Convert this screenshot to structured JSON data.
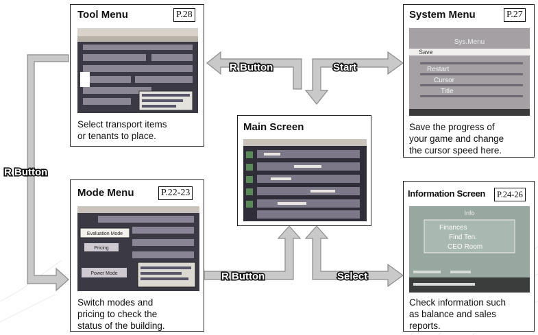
{
  "cards": {
    "tool_menu": {
      "title": "Tool Menu",
      "page_ref": "P.28",
      "desc": [
        "Select transport items",
        "or tenants to place."
      ]
    },
    "system_menu": {
      "title": "System Menu",
      "page_ref": "P.27",
      "desc": [
        "Save the progress of",
        "your game and change",
        "the cursor speed here."
      ],
      "screen_items": [
        "Sys.Menu",
        "Save",
        "Restart",
        "Cursor",
        "Title"
      ]
    },
    "main_screen": {
      "title": "Main Screen"
    },
    "mode_menu": {
      "title": "Mode Menu",
      "page_ref": "P.22-23",
      "desc": [
        "Switch modes and",
        "pricing to check the",
        "status of the building."
      ],
      "screen_items": [
        "Evaluation Mode",
        "Pricing",
        "Power Mode"
      ]
    },
    "info_screen": {
      "title": "Information Screen",
      "page_ref": "P.24-26",
      "desc": [
        "Check information such",
        "as balance and sales",
        "reports."
      ],
      "screen_items": [
        "Info",
        "Finances",
        "Find Ten.",
        "CEO Room"
      ]
    }
  },
  "arrows": {
    "r_button_top": "R Button",
    "start": "Start",
    "r_button_left": "R Button",
    "r_button_bottom": "R Button",
    "select": "Select"
  },
  "colors": {
    "arrow_fill": "#c9c9c9",
    "arrow_stroke": "#8a8a8a",
    "label_fill": "#ffffff",
    "label_stroke": "#111111"
  }
}
